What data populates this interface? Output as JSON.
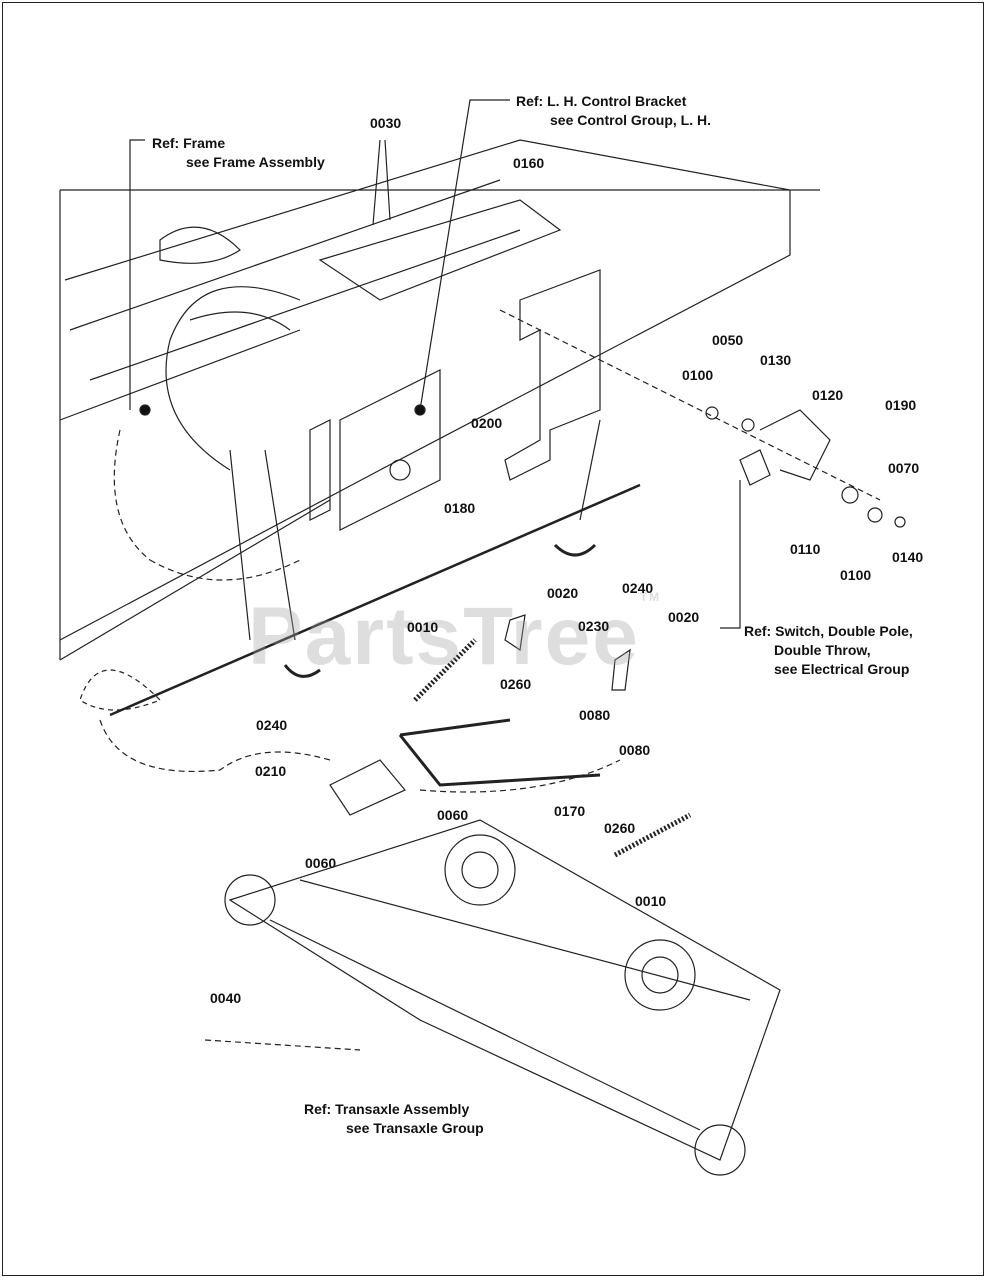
{
  "watermark": {
    "text": "PartsTree",
    "mark": "TM"
  },
  "refs": {
    "frame": {
      "line1": "Ref: Frame",
      "line2": "see Frame Assembly"
    },
    "control_bracket": {
      "line1": "Ref: L. H. Control Bracket",
      "line2": "see Control Group, L. H."
    },
    "switch": {
      "line1": "Ref: Switch, Double Pole,",
      "line2": "Double Throw,",
      "line3": "see Electrical Group"
    },
    "transaxle": {
      "line1": "Ref: Transaxle Assembly",
      "line2": "see Transaxle Group"
    }
  },
  "parts": {
    "p0030": "0030",
    "p0160": "0160",
    "p0050": "0050",
    "p0130": "0130",
    "p0100a": "0100",
    "p0120": "0120",
    "p0190": "0190",
    "p0200": "0200",
    "p0070": "0070",
    "p0110": "0110",
    "p0100b": "0100",
    "p0140": "0140",
    "p0180": "0180",
    "p0240a": "0240",
    "p0020a": "0020",
    "p0020b": "0020",
    "p0230": "0230",
    "p0010a": "0010",
    "p0260a": "0260",
    "p0080a": "0080",
    "p0080b": "0080",
    "p0240b": "0240",
    "p0210": "0210",
    "p0170": "0170",
    "p0260b": "0260",
    "p0060a": "0060",
    "p0060b": "0060",
    "p0010b": "0010",
    "p0040": "0040"
  }
}
